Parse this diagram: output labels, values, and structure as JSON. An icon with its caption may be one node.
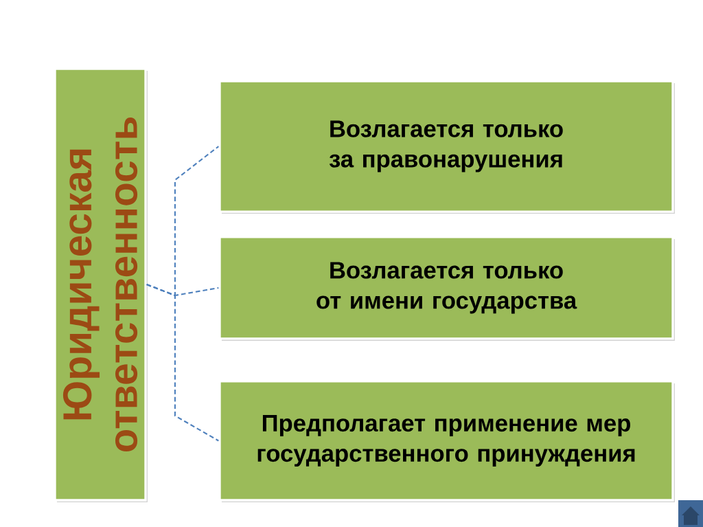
{
  "diagram": {
    "nodes": [
      {
        "text": [
          "Юридическая ответственность"
        ]
      },
      {
        "text": [
          "Возлагается только за правонарушения"
        ]
      },
      {
        "text": [
          "Возлагается только от имени государства"
        ]
      },
      {
        "text": [
          "Предполагает применение мер государственного принуждения"
        ]
      }
    ],
    "edges": [
      {
        "from": 0,
        "to": 1,
        "arrow": "none",
        "style": "dashed"
      },
      {
        "from": 0,
        "to": 2,
        "arrow": "none",
        "style": "dashed"
      },
      {
        "from": 0,
        "to": 3,
        "arrow": "none",
        "style": "dashed"
      }
    ]
  }
}
